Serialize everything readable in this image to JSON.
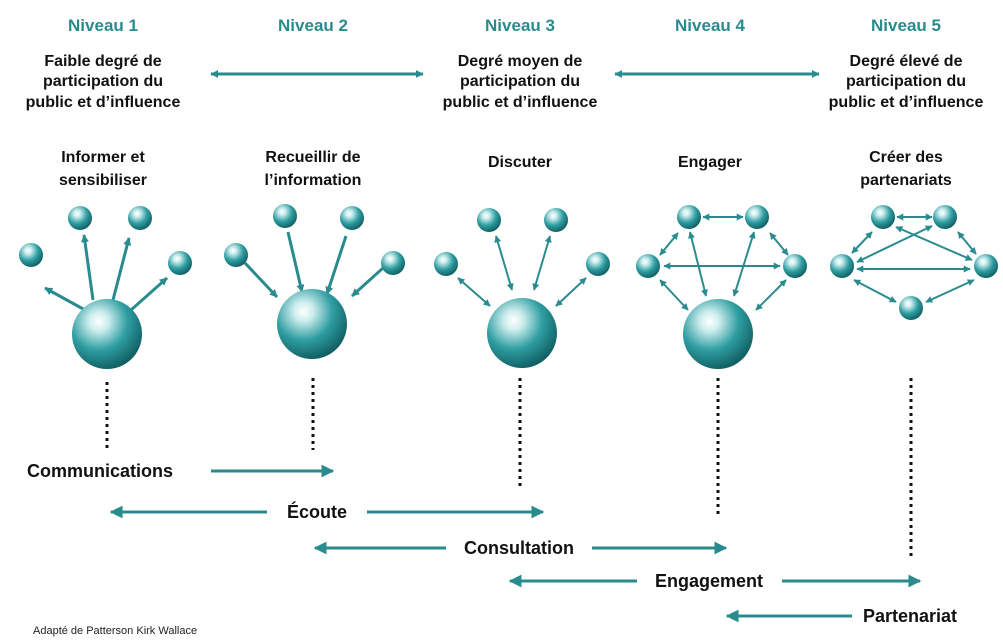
{
  "levels": [
    "Niveau 1",
    "Niveau 2",
    "Niveau 3",
    "Niveau 4",
    "Niveau 5"
  ],
  "degrees": [
    [
      "Faible degré de",
      "participation du",
      "public et d’influence"
    ],
    [
      "Degré moyen de",
      "participation du",
      "public et d’influence"
    ],
    [
      "Degré élevé de",
      "participation du",
      "public et d’influence"
    ]
  ],
  "activities": [
    [
      "Informer et",
      "sensibiliser"
    ],
    [
      "Recueillir de",
      "l’information"
    ],
    [
      "Discuter"
    ],
    [
      "Engager"
    ],
    [
      "Créer des",
      "partenariats"
    ]
  ],
  "bands": [
    "Communications",
    "Écoute",
    "Consultation",
    "Engagement",
    "Partenariat"
  ],
  "credit": "Adapté de Patterson Kirk Wallace",
  "colors": {
    "accent": "#2a8b8f",
    "text": "#111111"
  }
}
